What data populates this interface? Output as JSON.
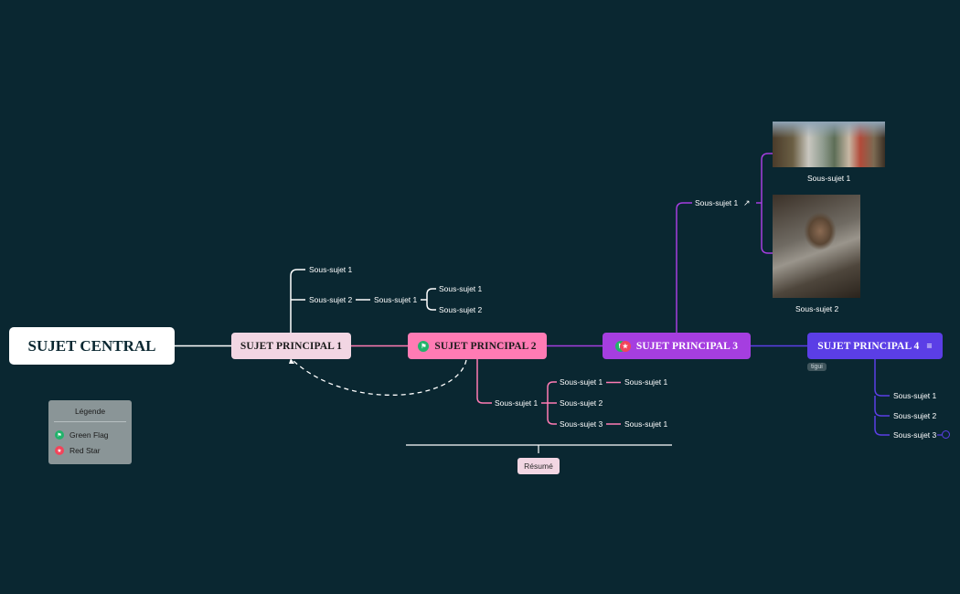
{
  "central": {
    "title": "SUJET CENTRAL"
  },
  "main_topics": {
    "t1": {
      "label": "SUJET PRINCIPAL 1",
      "color": "#f2d6e3"
    },
    "t2": {
      "label": "SUJET PRINCIPAL 2",
      "color": "#ff7bb4",
      "markers": [
        "green-flag-icon"
      ]
    },
    "t3": {
      "label": "SUJET PRINCIPAL 3",
      "color": "#a53ee0",
      "markers": [
        "green-flag-icon",
        "red-star-icon"
      ]
    },
    "t4": {
      "label": "SUJET PRINCIPAL 4",
      "color": "#5b3ee6",
      "tag": "tigui",
      "icon": "notes-icon"
    }
  },
  "topic1_subs": {
    "s1": "Sous-sujet 1",
    "s2": "Sous-sujet 2",
    "s2_child": "Sous-sujet 1",
    "s2_grand1": "Sous-sujet 1",
    "s2_grand2": "Sous-sujet 2"
  },
  "topic2_subs": {
    "s1": "Sous-sujet 1",
    "c1": "Sous-sujet 1",
    "c1_child": "Sous-sujet 1",
    "c2": "Sous-sujet 2",
    "c3": "Sous-sujet 3",
    "c3_child": "Sous-sujet 1"
  },
  "topic3_subs": {
    "s1": "Sous-sujet 1",
    "img1_label": "Sous-sujet 1",
    "img2_label": "Sous-sujet 2",
    "link_icon": "external-link-icon"
  },
  "topic4_subs": {
    "s1": "Sous-sujet 1",
    "s2": "Sous-sujet 2",
    "s3": "Sous-sujet 3"
  },
  "summary": {
    "label": "Résumé"
  },
  "legend": {
    "title": "Légende",
    "items": [
      {
        "label": "Green Flag",
        "icon": "green-flag-icon"
      },
      {
        "label": "Red Star",
        "icon": "red-star-icon"
      }
    ]
  },
  "colors": {
    "background": "#0a2731",
    "white_branch": "#ffffff",
    "pink_branch": "#ff7bb4",
    "purple_branch": "#a53ee0",
    "violet_branch": "#5b3ee6"
  }
}
